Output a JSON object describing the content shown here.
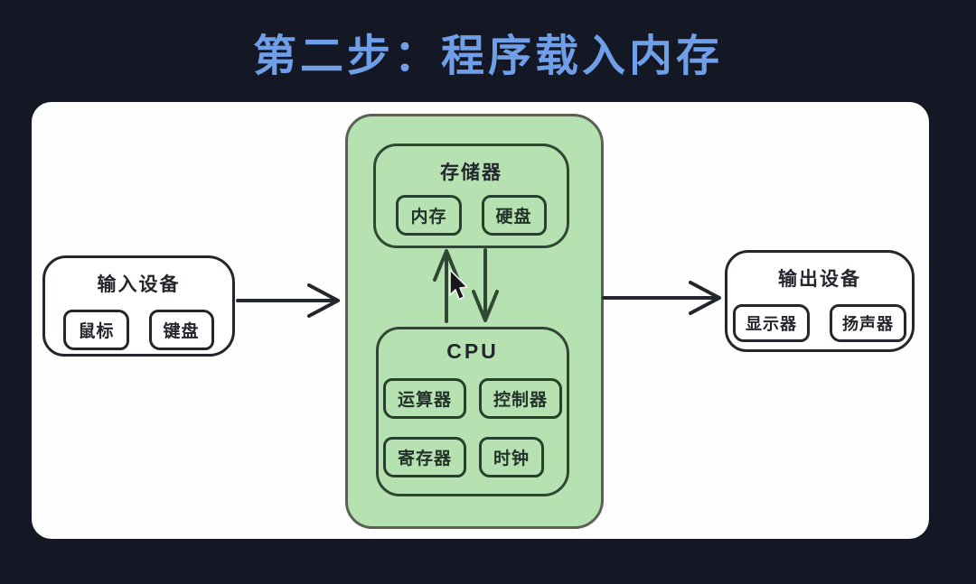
{
  "title": "第二步：程序载入内存",
  "colors": {
    "background": "#141824",
    "title_text": "#6f9fe8",
    "panel": "#fefefe",
    "host_fill": "#b6e2b2",
    "outline_ink": "#23272d",
    "green_ink": "#2f4733"
  },
  "diagram": {
    "input": {
      "label": "输入设备",
      "items": [
        "鼠标",
        "键盘"
      ]
    },
    "host": {
      "storage": {
        "label": "存储器",
        "items": [
          "内存",
          "硬盘"
        ]
      },
      "cpu": {
        "label": "CPU",
        "items": [
          "运算器",
          "控制器",
          "寄存器",
          "时钟"
        ]
      }
    },
    "output": {
      "label": "输出设备",
      "items": [
        "显示器",
        "扬声器"
      ]
    },
    "connections": [
      {
        "from": "input-device-box",
        "to": "host-box",
        "type": "arrow-right"
      },
      {
        "from": "host-box",
        "to": "output-device-box",
        "type": "arrow-right"
      },
      {
        "from": "cpu-box",
        "to": "storage-box",
        "type": "arrow-up"
      },
      {
        "from": "storage-box",
        "to": "cpu-box",
        "type": "arrow-down"
      }
    ],
    "cursor": "mouse-pointer"
  }
}
